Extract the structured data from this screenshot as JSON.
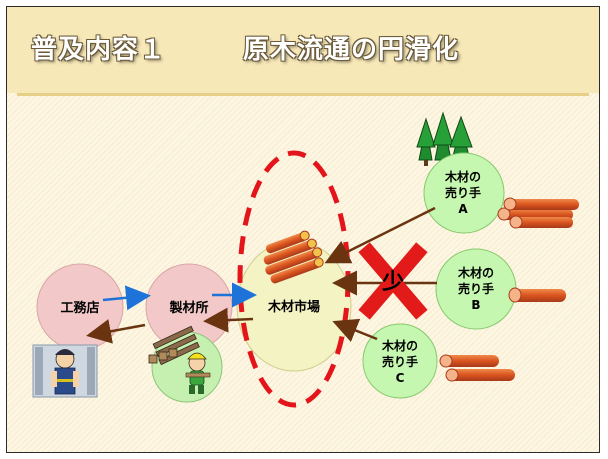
{
  "title": {
    "left": "普及内容１",
    "right": "原木流通の円滑化"
  },
  "nodes": {
    "builder": "工務店",
    "sawmill": "製材所",
    "market": "木材市場",
    "seller_a": [
      "木材の",
      "売り手",
      "A"
    ],
    "seller_b": [
      "木材の",
      "売り手",
      "B"
    ],
    "seller_c": [
      "木材の",
      "売り手",
      "C"
    ]
  },
  "annotation": {
    "few": "少"
  },
  "colors": {
    "title_bg": "#f7e8b8",
    "seller_green": "#c5f7b0",
    "market_yellow": "#f4f3c4",
    "node_pink": "#f3c8c8",
    "dashed_ellipse": "#e3151b",
    "flow_blue": "#1e73d8",
    "flow_brown": "#6b3410",
    "cross_red": "#e31a1a",
    "log_orange": "#d9541f"
  },
  "icons": [
    "tree-icon",
    "log-icon",
    "lumber-pile-icon",
    "worker-icon",
    "carpenter-icon"
  ]
}
